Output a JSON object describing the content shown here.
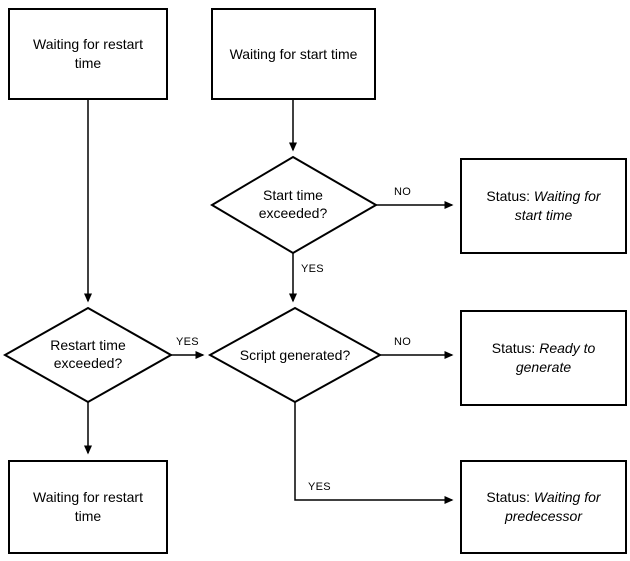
{
  "colors": {
    "stroke": "#000000",
    "fill": "#ffffff",
    "text": "#000000"
  },
  "nodes": {
    "waiting_restart_top": {
      "label": "Waiting for restart time"
    },
    "waiting_start_top": {
      "label": "Waiting for start time"
    },
    "decision_start_time": {
      "label": "Start time exceeded?"
    },
    "decision_script_generated": {
      "label": "Script generated?"
    },
    "decision_restart_time": {
      "label": "Restart time exceeded?"
    },
    "status_waiting_start": {
      "prefix": "Status:",
      "value": "Waiting for start time"
    },
    "status_ready_generate": {
      "prefix": "Status:",
      "value": "Ready to generate"
    },
    "status_waiting_predecessor": {
      "prefix": "Status:",
      "value": "Waiting for predecessor"
    },
    "waiting_restart_bottom": {
      "label": "Waiting for restart time"
    }
  },
  "edge_labels": {
    "start_time_no": "NO",
    "start_time_yes": "YES",
    "script_no": "NO",
    "script_yes": "YES",
    "restart_yes": "YES"
  }
}
